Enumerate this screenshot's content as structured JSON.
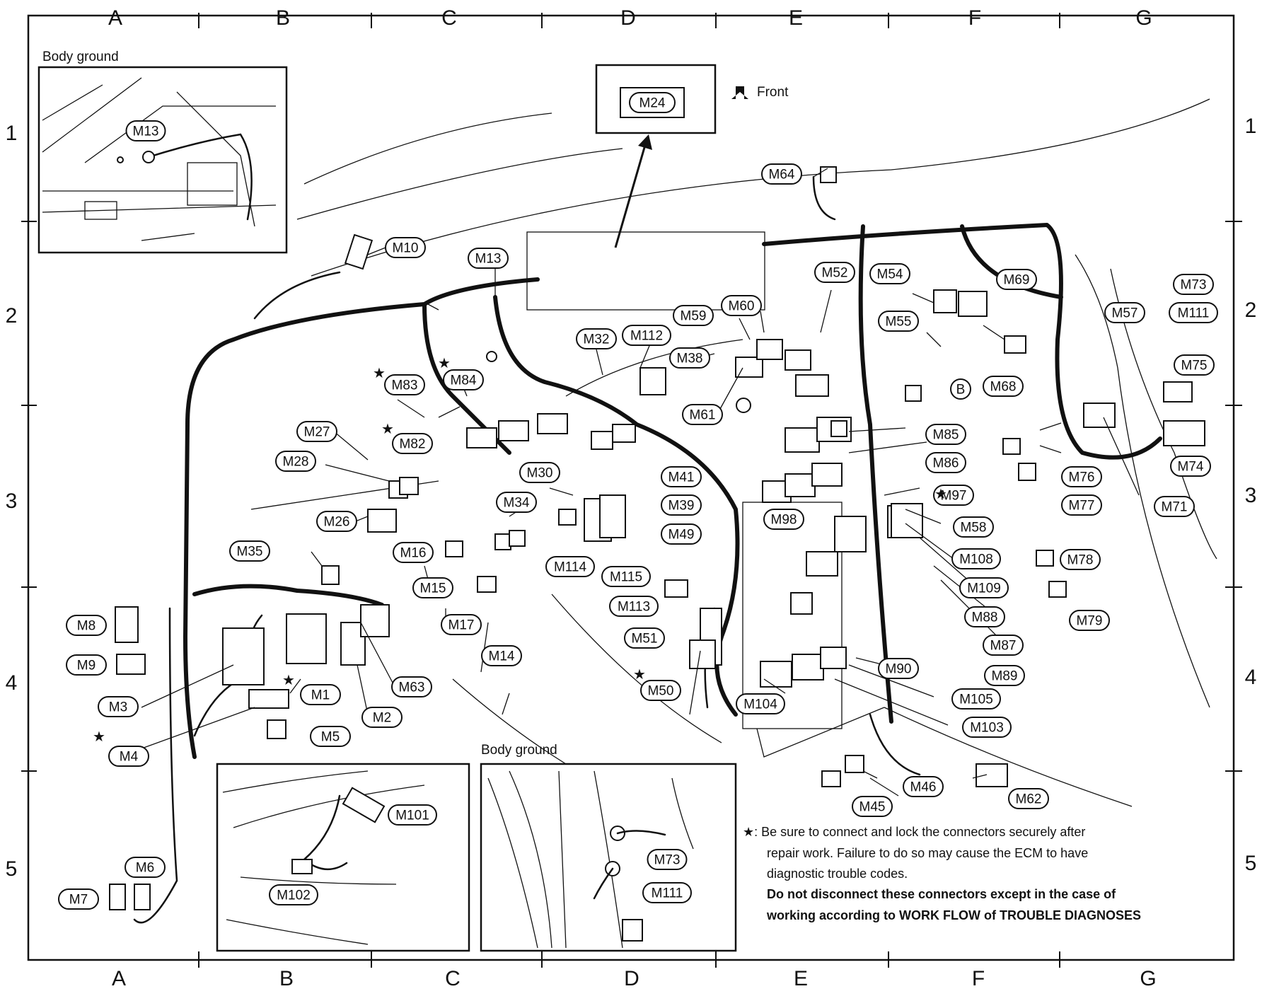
{
  "grid": {
    "columns": [
      "A",
      "B",
      "C",
      "D",
      "E",
      "F",
      "G"
    ],
    "rows": [
      "1",
      "2",
      "3",
      "4",
      "5"
    ]
  },
  "insets": {
    "top_left_caption": "Body ground",
    "top_left_label": "M13",
    "bottom_caption": "Body ground",
    "bottom_left_labels": [
      "M101",
      "M102"
    ],
    "bottom_right_labels": [
      "M73",
      "M111"
    ]
  },
  "front_box": {
    "label": "M24",
    "front_text": "Front"
  },
  "connectors": [
    {
      "id": "M64"
    },
    {
      "id": "M10"
    },
    {
      "id": "M13"
    },
    {
      "id": "M52"
    },
    {
      "id": "M54"
    },
    {
      "id": "M69"
    },
    {
      "id": "M73"
    },
    {
      "id": "M57"
    },
    {
      "id": "M111"
    },
    {
      "id": "M55"
    },
    {
      "id": "M60"
    },
    {
      "id": "M59"
    },
    {
      "id": "M32"
    },
    {
      "id": "M112"
    },
    {
      "id": "M38"
    },
    {
      "id": "M84"
    },
    {
      "id": "M83"
    },
    {
      "id": "M61"
    },
    {
      "id": "B"
    },
    {
      "id": "M68"
    },
    {
      "id": "M75"
    },
    {
      "id": "M82"
    },
    {
      "id": "M27"
    },
    {
      "id": "M85"
    },
    {
      "id": "M86"
    },
    {
      "id": "M74"
    },
    {
      "id": "M28"
    },
    {
      "id": "M30"
    },
    {
      "id": "M41"
    },
    {
      "id": "M76"
    },
    {
      "id": "M34"
    },
    {
      "id": "M39"
    },
    {
      "id": "M97"
    },
    {
      "id": "M77"
    },
    {
      "id": "M71"
    },
    {
      "id": "M26"
    },
    {
      "id": "M98"
    },
    {
      "id": "M49"
    },
    {
      "id": "M58"
    },
    {
      "id": "M35"
    },
    {
      "id": "M16"
    },
    {
      "id": "M108"
    },
    {
      "id": "M78"
    },
    {
      "id": "M114"
    },
    {
      "id": "M115"
    },
    {
      "id": "M15"
    },
    {
      "id": "M109"
    },
    {
      "id": "M113"
    },
    {
      "id": "M8"
    },
    {
      "id": "M17"
    },
    {
      "id": "M51"
    },
    {
      "id": "M88"
    },
    {
      "id": "M79"
    },
    {
      "id": "M87"
    },
    {
      "id": "M9"
    },
    {
      "id": "M14"
    },
    {
      "id": "M90"
    },
    {
      "id": "M89"
    },
    {
      "id": "M63"
    },
    {
      "id": "M1"
    },
    {
      "id": "M50"
    },
    {
      "id": "M105"
    },
    {
      "id": "M3"
    },
    {
      "id": "M2"
    },
    {
      "id": "M104"
    },
    {
      "id": "M103"
    },
    {
      "id": "M5"
    },
    {
      "id": "M4"
    },
    {
      "id": "M46"
    },
    {
      "id": "M62"
    },
    {
      "id": "M45"
    },
    {
      "id": "M6"
    },
    {
      "id": "M7"
    }
  ],
  "note": {
    "star_line1": "★: Be sure to connect and lock the connectors securely after",
    "line2": "repair work. Failure to do so may cause the ECM to have",
    "line3": "diagnostic trouble codes.",
    "bold1": "Do not disconnect these connectors except in the case of",
    "bold2": "working according to WORK FLOW of TROUBLE DIAGNOSES"
  }
}
